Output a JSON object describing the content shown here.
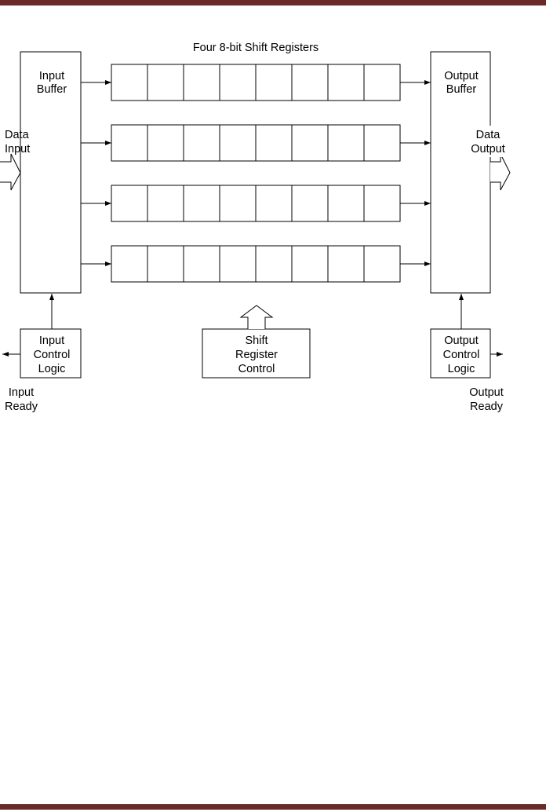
{
  "colors": {
    "rule": "#6b2a2a",
    "line": "#000000",
    "fill": "#ffffff"
  },
  "diagram": {
    "title": "Four 8-bit Shift Registers",
    "registers": {
      "count": 4,
      "cells_per_register": 8
    },
    "input_buffer": {
      "line1": "Input",
      "line2": "Buffer"
    },
    "output_buffer": {
      "line1": "Output",
      "line2": "Buffer"
    },
    "data_input": {
      "line1": "Data",
      "line2": "Input"
    },
    "data_output": {
      "line1": "Data",
      "line2": "Output"
    },
    "input_control": {
      "line1": "Input",
      "line2": "Control",
      "line3": "Logic"
    },
    "shift_control": {
      "line1": "Shift",
      "line2": "Register",
      "line3": "Control"
    },
    "output_control": {
      "line1": "Output",
      "line2": "Control",
      "line3": "Logic"
    },
    "input_ready": {
      "line1": "Input",
      "line2": "Ready"
    },
    "output_ready": {
      "line1": "Output",
      "line2": "Ready"
    }
  }
}
